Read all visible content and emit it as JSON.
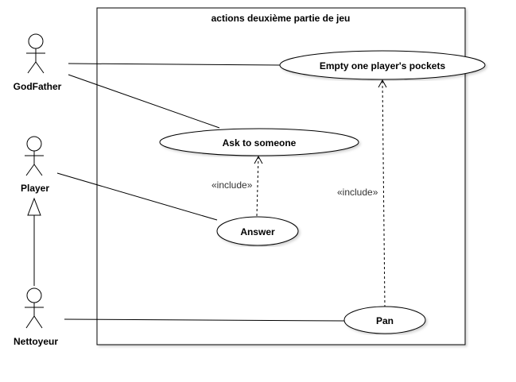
{
  "system": {
    "title": "actions deuxième partie de jeu"
  },
  "actors": {
    "godfather": "GodFather",
    "player": "Player",
    "nettoyeur": "Nettoyeur"
  },
  "use_cases": {
    "empty_pockets": "Empty one player's pockets",
    "ask": "Ask to someone",
    "answer": "Answer",
    "pan": "Pan"
  },
  "relations": {
    "include_label": "«include»"
  }
}
